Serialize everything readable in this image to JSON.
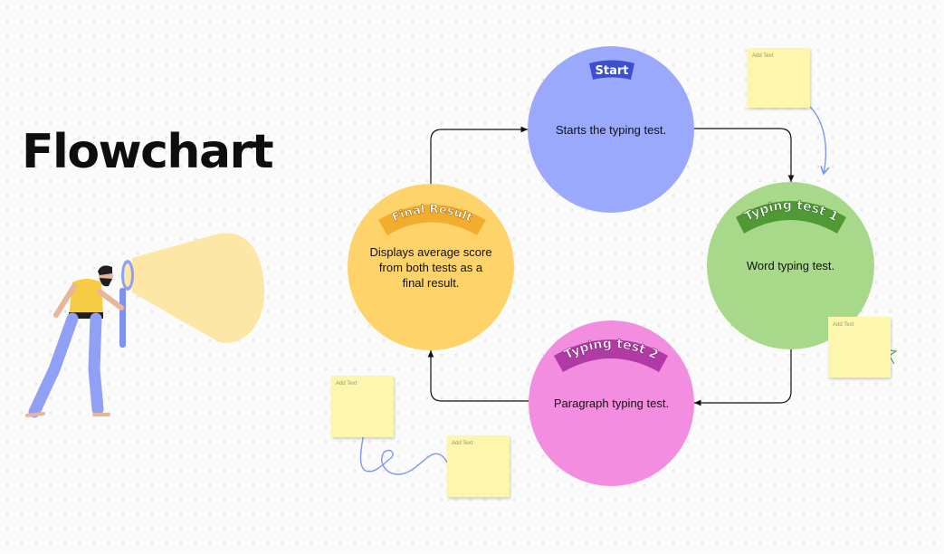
{
  "title": "Flowchart",
  "nodes": {
    "start": {
      "label": "Start",
      "text": "Starts the typing test."
    },
    "typing_test_1": {
      "label": "Typing test 1",
      "text": "Word typing test."
    },
    "typing_test_2": {
      "label": "Typing test 2",
      "text": "Paragraph typing test."
    },
    "final_result": {
      "label": "Final Result",
      "text": "Displays average score from both tests as a final result."
    }
  },
  "sticky_notes": [
    "Add Text",
    "Add Text",
    "Add Text",
    "Add Text"
  ],
  "colors": {
    "start": "#9aa9fb",
    "start_badge": "#3c4fcf",
    "typing_test_1": "#a8d98b",
    "typing_test_1_badge": "#4f9a34",
    "typing_test_2": "#f28de0",
    "typing_test_2_badge": "#b23aa6",
    "final_result": "#fdd36a",
    "final_result_badge": "#f2ad2e",
    "sticky": "#fdf6ad"
  },
  "icons": [
    "person-with-magnifier-illustration",
    "flashlight-beam",
    "star-doodle",
    "squiggle-doodle",
    "double-arrow-doodle",
    "underline-doodle"
  ]
}
